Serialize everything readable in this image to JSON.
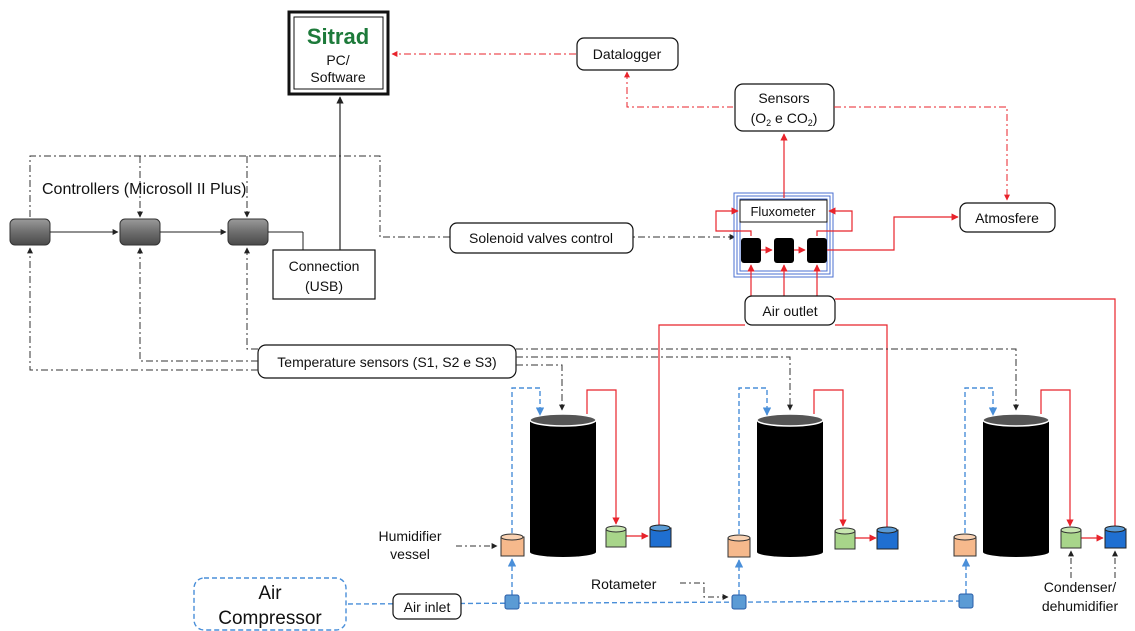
{
  "pc": {
    "logo_text": "Sitrad",
    "line1": "PC/",
    "line2": "Software"
  },
  "datalogger": "Datalogger",
  "sensors": {
    "line1": "Sensors",
    "o2": "O",
    "o2_sub": "2",
    "and_text": " e CO",
    "co2_sub": "2",
    "open": "(",
    "close": ")"
  },
  "controllers_label": "Controllers (Microsoll II Plus)",
  "fluxometer": "Fluxometer",
  "atmosfere": "Atmosfere",
  "solenoid": "Solenoid valves control",
  "connection": {
    "line1": "Connection",
    "line2": "(USB)"
  },
  "air_outlet": "Air outlet",
  "temperature_sensors": "Temperature sensors (S1, S2 e S3)",
  "humidifier": {
    "line1": "Humidifier",
    "line2": "vessel"
  },
  "rotameter": "Rotameter",
  "air_compressor": {
    "line1": "Air",
    "line2": "Compressor"
  },
  "air_inlet": "Air inlet",
  "condenser": {
    "line1": "Condenser/",
    "line2": "dehumidifier"
  },
  "colors": {
    "red_line": "#e8232b",
    "blue_line": "#4a8fd9",
    "logo_green": "#1d7a3a",
    "humidifier_fill": "#f6b98c",
    "condenser_fill": "#a8d58a",
    "container_blue": "#1f6fd1",
    "valve_blue": "#5b9bd5",
    "controller_gray": "#7a7a7a"
  }
}
